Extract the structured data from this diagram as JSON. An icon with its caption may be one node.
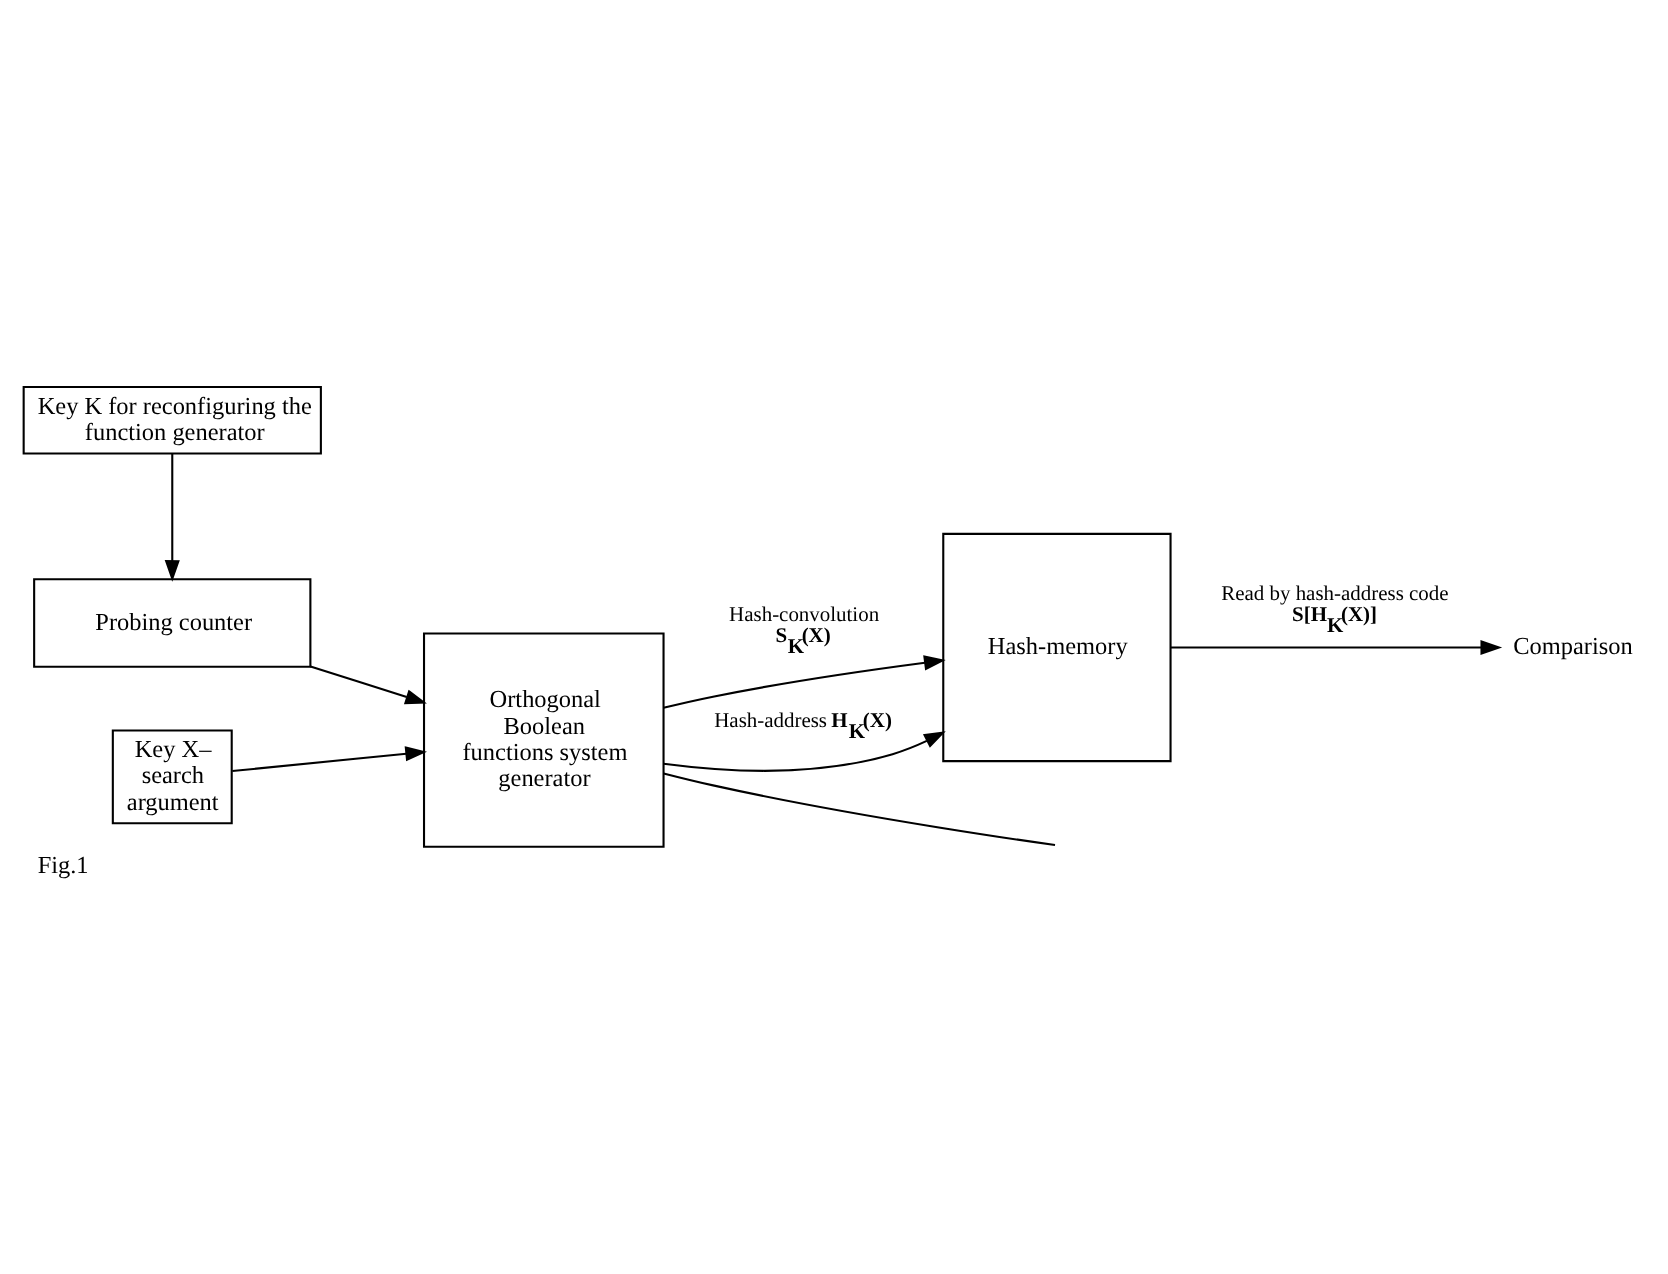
{
  "diagram": {
    "caption": "Fig.1",
    "nodes": [
      {
        "text": [
          "Key K for reconfiguring the function generator"
        ]
      },
      {
        "text": [
          "Probing counter"
        ]
      },
      {
        "text": [
          "Key X– search argument"
        ]
      },
      {
        "text": [
          "Orthogonal Boolean functions system generator"
        ]
      },
      {
        "text": [
          "Hash-memory"
        ]
      },
      {
        "text": [
          "Comparison"
        ]
      }
    ],
    "edges": [
      {
        "from": 0,
        "to": 1,
        "arrow": "to"
      },
      {
        "from": 1,
        "to": 3,
        "arrow": "to"
      },
      {
        "from": 2,
        "to": 3,
        "arrow": "to"
      },
      {
        "from": 3,
        "to": 4,
        "arrow": "to",
        "label": "Hash-convolution **S$_{K}$(X)**"
      },
      {
        "from": 3,
        "to": null,
        "arrow": "none"
      },
      {
        "from": 3,
        "to": 4,
        "arrow": "to",
        "label": "Hash-address **H$_{K}$(X)**"
      },
      {
        "from": 4,
        "to": 5,
        "arrow": "to",
        "label": "Read by hash-address code **S[H$_{K}$(X)]**"
      }
    ]
  }
}
